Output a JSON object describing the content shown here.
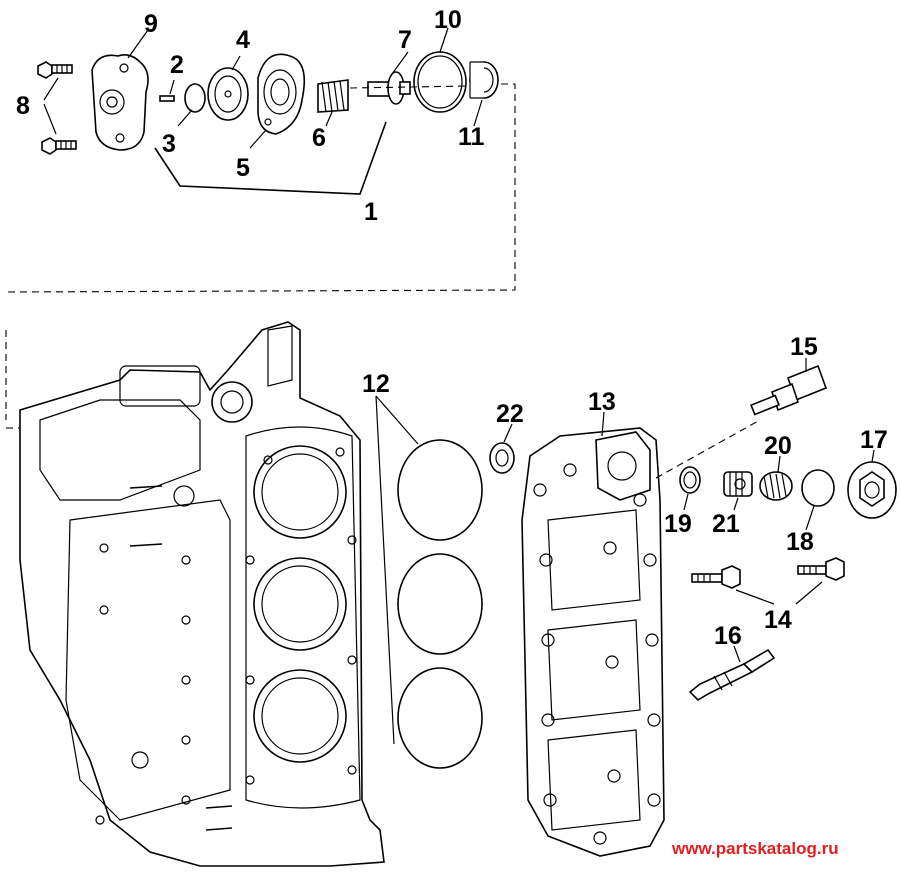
{
  "diagram": {
    "callouts": {
      "c1": "1",
      "c2": "2",
      "c3": "3",
      "c4": "4",
      "c5": "5",
      "c6": "6",
      "c7": "7",
      "c8": "8",
      "c9": "9",
      "c10": "10",
      "c11": "11",
      "c12": "12",
      "c13": "13",
      "c14": "14",
      "c15": "15",
      "c16": "16",
      "c17": "17",
      "c18": "18",
      "c19": "19",
      "c20": "20",
      "c21": "21",
      "c22": "22"
    },
    "watermark": "www.partskatalog.ru",
    "colors": {
      "lines": "#000000",
      "background": "#ffffff",
      "watermark": "#e02020"
    }
  }
}
